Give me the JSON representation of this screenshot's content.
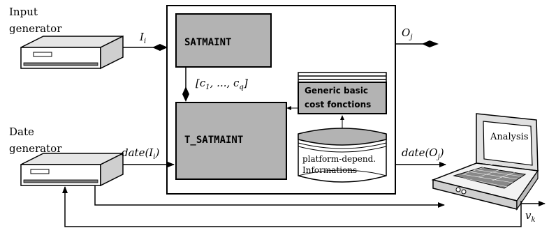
{
  "labels": {
    "input_generator_line1": "Input",
    "input_generator_line2": "generator",
    "date_generator_line1": "Date",
    "date_generator_line2": "generator",
    "input_signal": "I_i",
    "output_signal": "O_j",
    "constraints": "[c_1, ..., c_q]",
    "date_input": "date(I_i)",
    "date_output": "date(O_j)",
    "v_k": "v_k",
    "analysis": "Analysis"
  },
  "blocks": {
    "satmaint": "SATMAINT",
    "t_satmaint": "T_SATMAINT",
    "generic_line1": "Generic basic",
    "generic_line2": "cost fonctions",
    "platform_line1": "platform-depend.",
    "platform_line2": "Informations"
  },
  "colors": {
    "block_fill": "#b3b3b3",
    "stroke": "#000000"
  }
}
